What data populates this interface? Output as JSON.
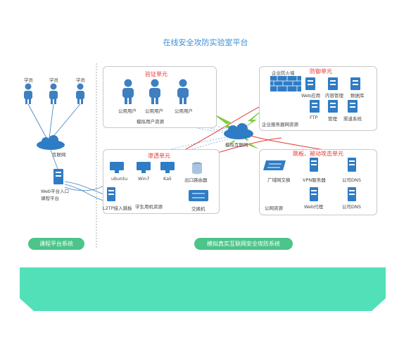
{
  "title": "在线安全攻防实验室平台",
  "colors": {
    "accent": "#3a8fd6",
    "red": "#e53935",
    "green_pill": "#4cc48a",
    "teal_bar": "#52e0b8",
    "user_blue": "#3e7fc1"
  },
  "left": {
    "students": [
      "学员",
      "学员",
      "学员"
    ],
    "internet": "互联网",
    "web_entry_line1": "Web平台入口",
    "web_entry_line2": "课程平台",
    "system_pill": "课程平台系统"
  },
  "verify": {
    "title": "验证单元",
    "users": [
      "公用用户",
      "公用用户",
      "公用用户"
    ],
    "resource": "模拟用户资源"
  },
  "defense": {
    "firewall": "企业防火墙",
    "title": "防御单元",
    "servers_top": [
      "Web应用",
      "内容管理",
      "数据库"
    ],
    "servers_bottom": [
      "FTP",
      "管理",
      "渠道系统"
    ],
    "resource": "企业服务器网资源"
  },
  "center": {
    "cloud": "模拟互联网"
  },
  "pentest": {
    "title": "渗透单元",
    "pcs": [
      "ubuntu",
      "Win7",
      "Kali"
    ],
    "exit_router": "出口路由器",
    "l2tp": "L2TP接入跳板",
    "resource": "学生用机资源",
    "switch": "交换机"
  },
  "attack": {
    "title": "跳板、被动攻击单元",
    "switch": "广域网交换",
    "vpn": "VPN服务器",
    "dns1": "公司DNS",
    "web_proxy": "Web代理",
    "dns2": "公司DNS",
    "resource": "公网资源"
  },
  "right_pill": "模拟真实互联网安全攻防系统"
}
